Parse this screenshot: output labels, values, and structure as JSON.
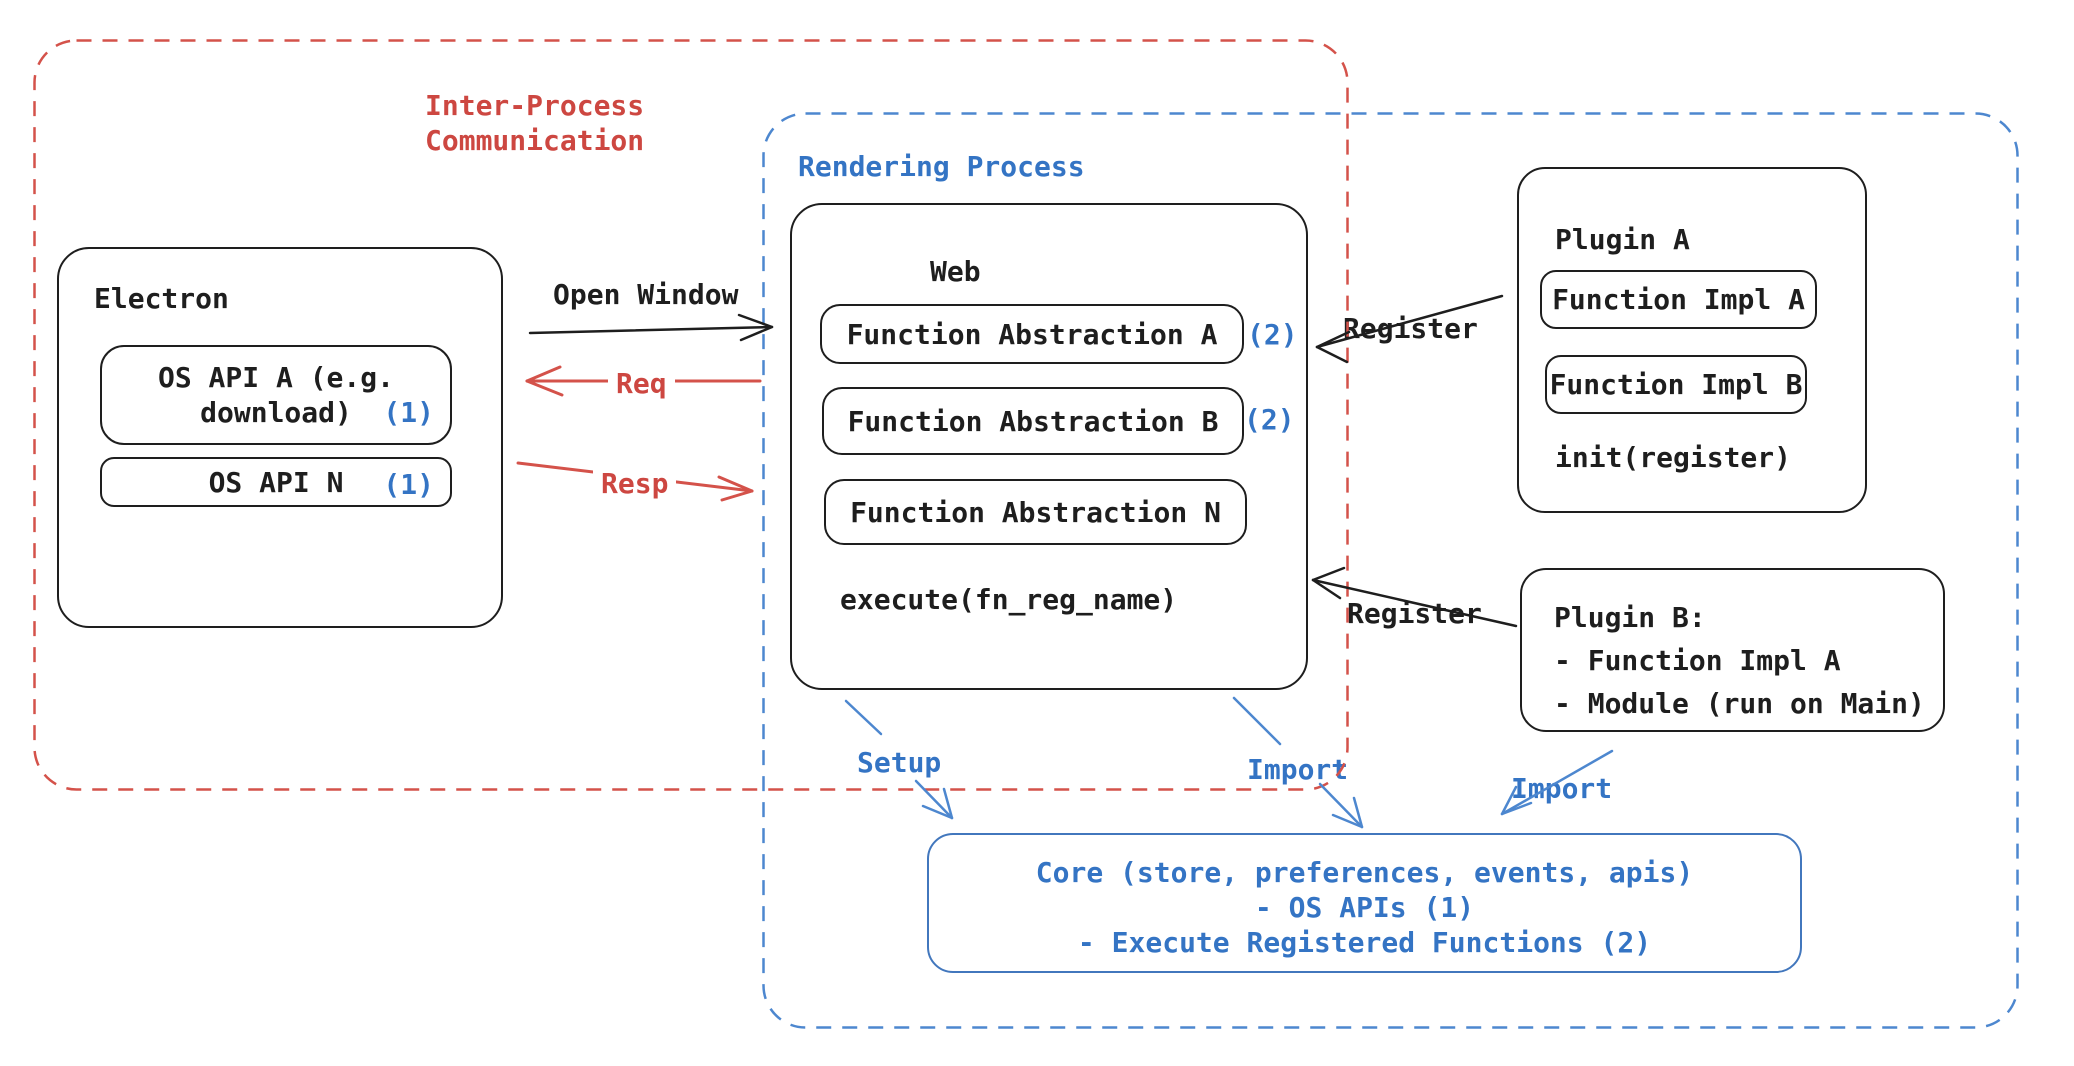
{
  "ipc": {
    "label_line1": "Inter-Process",
    "label_line2": "Communication"
  },
  "rendering": {
    "label": "Rendering Process"
  },
  "electron": {
    "title": "Electron",
    "os_api_a_line1": "OS API A (e.g.",
    "os_api_a_line2": "download)",
    "os_api_a_badge": "(1)",
    "os_api_n": "OS API N",
    "os_api_n_badge": "(1)"
  },
  "web": {
    "title": "Web",
    "items": [
      "Function Abstraction A",
      "Function Abstraction B",
      "Function Abstraction N"
    ],
    "badges": [
      "(2)",
      "(2)"
    ],
    "footer": "execute(fn_reg_name)"
  },
  "plugin_a": {
    "title": "Plugin A",
    "items": [
      "Function Impl A",
      "Function Impl B"
    ],
    "footer": "init(register)"
  },
  "plugin_b": {
    "line1": "Plugin B:",
    "line2": "- Function Impl A",
    "line3": "- Module (run on Main)"
  },
  "core": {
    "line1": "Core (store, preferences, events, apis)",
    "line2": "- OS APIs (1)",
    "line3": "- Execute Registered Functions (2)"
  },
  "arrows": {
    "open_window": "Open Window",
    "req": "Req",
    "resp": "Resp",
    "register_top": "Register",
    "register_bottom": "Register",
    "setup": "Setup",
    "import_left": "Import",
    "import_right": "Import"
  },
  "colors": {
    "red": "#cd4741",
    "red_dash": "#d4524a",
    "blue_text": "#3474c4",
    "blue_dash": "#4d87cf",
    "core_border": "#4277bd",
    "ink": "#1e1e1e"
  }
}
